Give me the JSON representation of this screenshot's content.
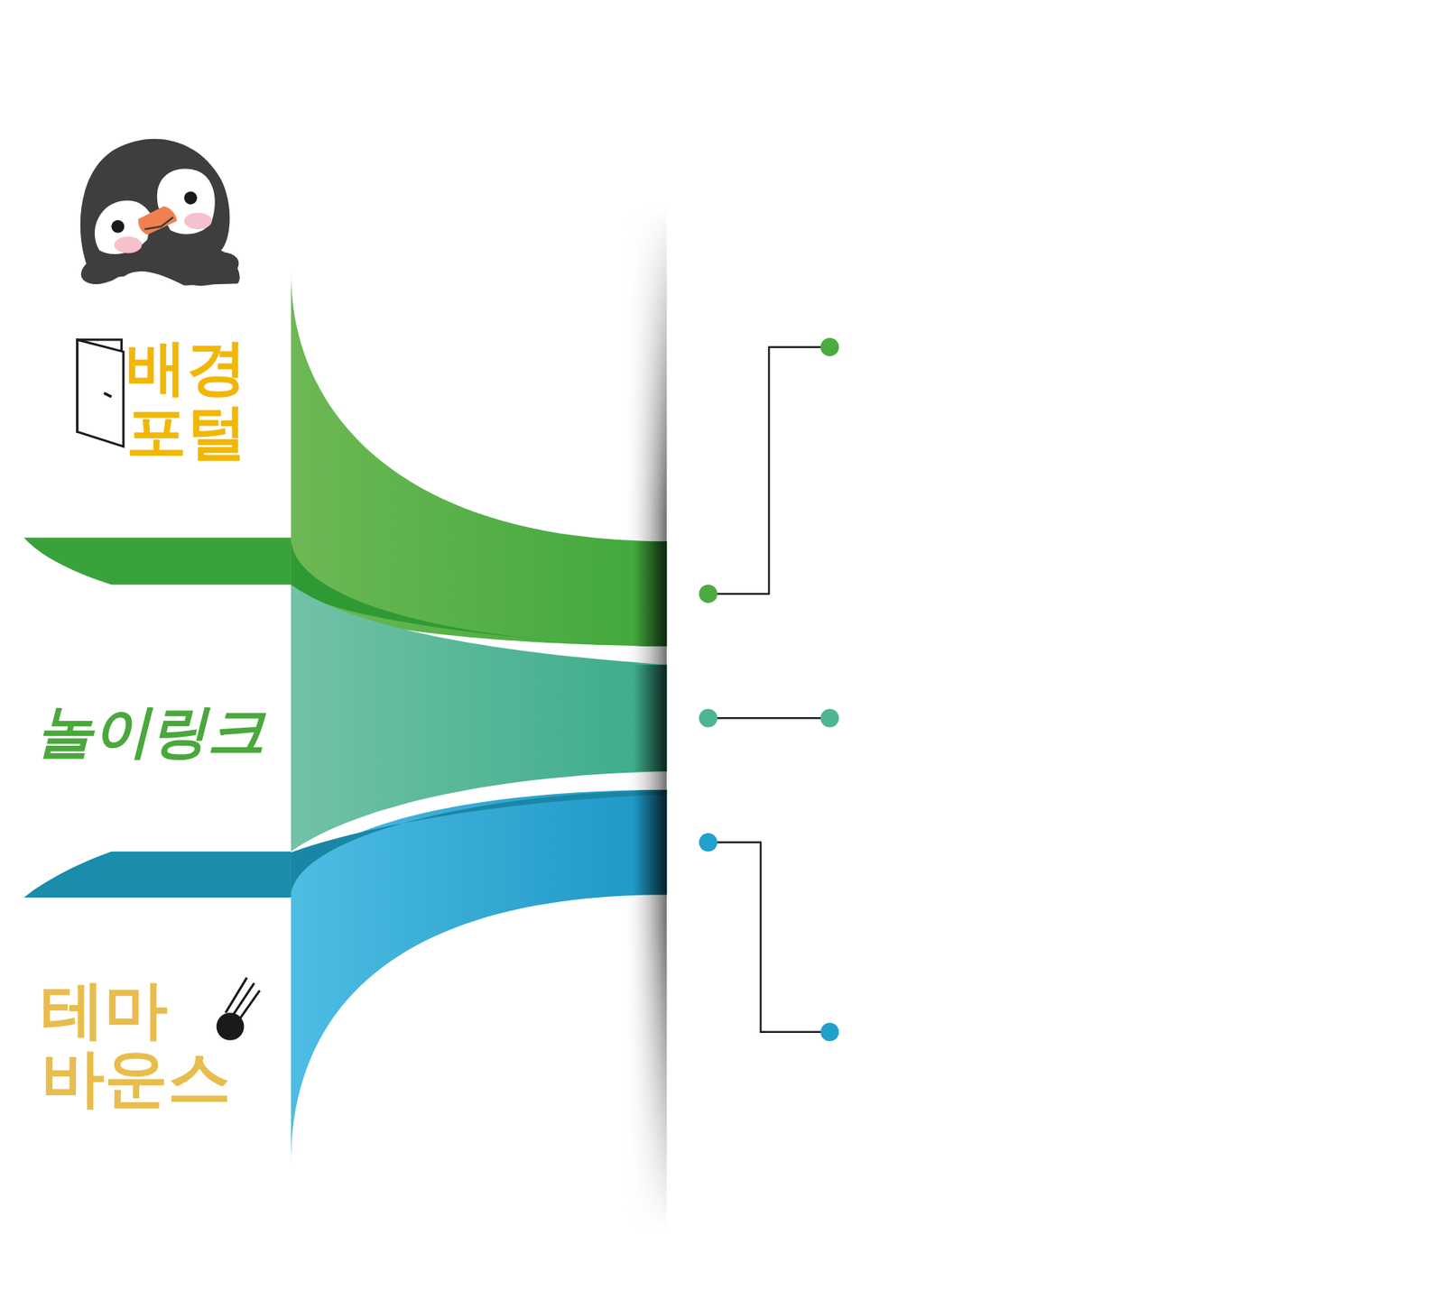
{
  "diagram": {
    "labels": [
      "배경 포털",
      "놀이링크",
      "테마 바운스"
    ]
  }
}
